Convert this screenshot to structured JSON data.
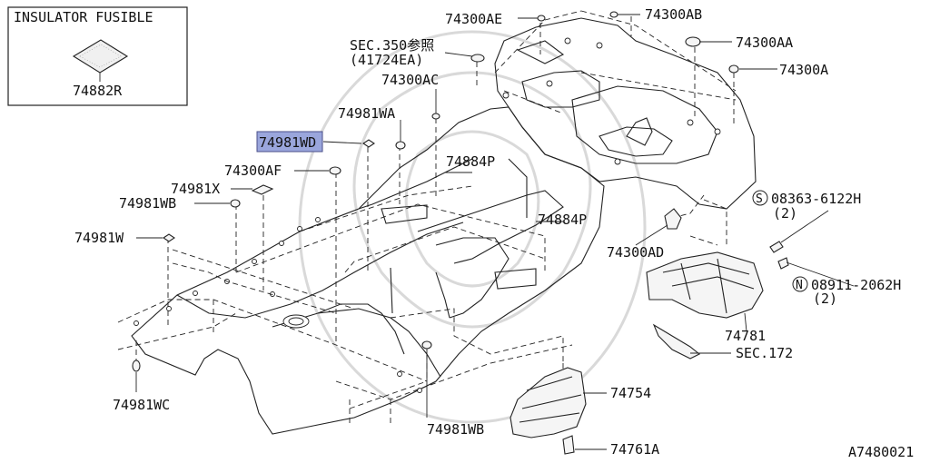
{
  "inset": {
    "title": "INSULATOR FUSIBLE",
    "part": "74882R"
  },
  "labels": {
    "l74300AE": "74300AE",
    "l74300AB": "74300AB",
    "sec350": "SEC.350参照",
    "sec350_sub": "(41724EA)",
    "l74300AA": "74300AA",
    "l74300A": "74300A",
    "l74300AC": "74300AC",
    "l74981WA": "74981WA",
    "l74981WD": "74981WD",
    "l74300AF": "74300AF",
    "l74884P_1": "74884P",
    "l74981X": "74981X",
    "l74981WB_1": "74981WB",
    "l74884P_2": "74884P",
    "l08363": "08363-6122H",
    "l08363_qty": "(2)",
    "l74981W": "74981W",
    "l74300AD": "74300AD",
    "l08911": "08911-2062H",
    "l08911_qty": "(2)",
    "l74781": "74781",
    "sec172": "SEC.172",
    "l74981WC": "74981WC",
    "l74754": "74754",
    "l74981WB_2": "74981WB",
    "l74761A": "74761A",
    "code": "A7480021"
  },
  "badges": {
    "s": "S",
    "n": "N"
  },
  "colors": {
    "highlight": "#9aa6dc",
    "line": "#222222"
  }
}
